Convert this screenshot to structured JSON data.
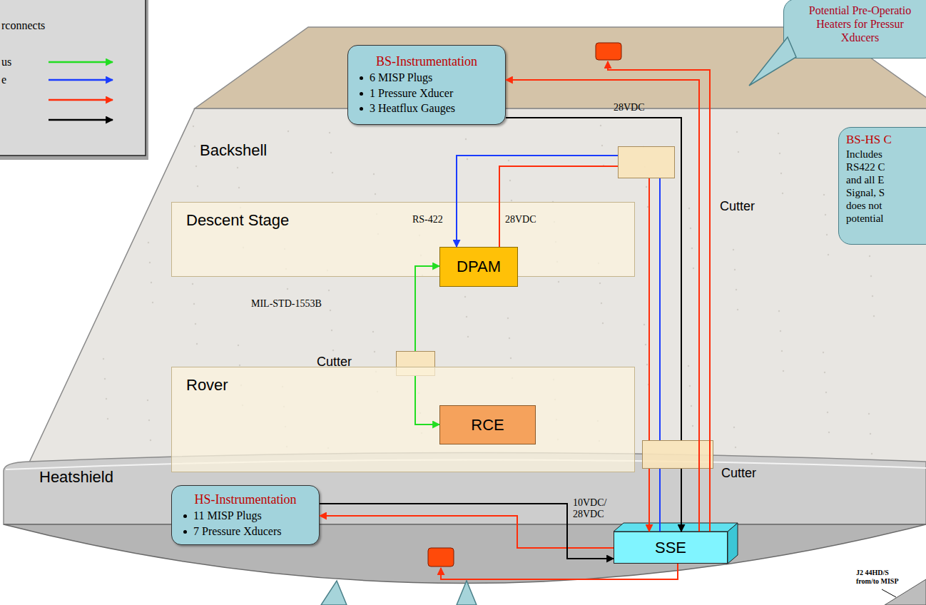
{
  "diagram": {
    "nodes": [
      {
        "text": [
          "Backshell"
        ]
      },
      {
        "text": [
          "BS-Instrumentation",
          "6 MISP Plugs",
          "1 Pressure Xducer",
          "3 Heatflux Gauges"
        ],
        "in": 0
      },
      {
        "text": [
          "Cutter"
        ],
        "in": 0
      },
      {
        "text": [
          "Descent Stage"
        ],
        "in": 0
      },
      {
        "text": [
          "DPAM"
        ],
        "in": 3
      },
      {
        "text": [
          "Cutter"
        ],
        "in": 0
      },
      {
        "text": [
          "Rover"
        ],
        "in": 0
      },
      {
        "text": [
          "RCE"
        ],
        "in": 6
      },
      {
        "text": [
          "Cutter"
        ],
        "in": 0
      },
      {
        "text": [
          "Heatshield"
        ]
      },
      {
        "text": [
          "HS-Instrumentation",
          "11 MISP Plugs",
          "7 Pressure Xducers"
        ],
        "in": 9
      },
      {
        "text": [
          "SSE"
        ],
        "in": 9
      },
      {
        "text": [
          "Potential Pre-Operatio Heaters for Pressur Xducers"
        ]
      },
      {
        "text": [
          "BS-HS C",
          "Includes RS422 C and all E Signal, S does not potential"
        ]
      }
    ],
    "edges": [
      {
        "from": 5,
        "to": 4,
        "arrow": "to",
        "label": "MIL-STD-1553B"
      },
      {
        "from": 5,
        "to": 7,
        "arrow": "to"
      },
      {
        "from": 4,
        "to": 2,
        "arrow": "none",
        "label": "28VDC"
      },
      {
        "from": 2,
        "to": 4,
        "arrow": "to",
        "label": "RS-422"
      },
      {
        "from": 2,
        "to": 8,
        "arrow": "none"
      },
      {
        "from": 2,
        "to": 8,
        "arrow": "none"
      },
      {
        "from": 8,
        "to": 11,
        "arrow": "to"
      },
      {
        "from": 8,
        "to": 11,
        "arrow": "none"
      },
      {
        "from": 1,
        "to": 8,
        "arrow": "none",
        "label": "28VDC"
      },
      {
        "from": 8,
        "to": 11,
        "arrow": "to"
      },
      {
        "from": 11,
        "to": 1,
        "arrow": "to"
      },
      {
        "from": 11,
        "to": 10,
        "arrow": "to",
        "label": "10VDC/ 28VDC"
      },
      {
        "from": 10,
        "to": 11,
        "arrow": "to"
      }
    ],
    "labels": [
      "rconnects",
      "J2 44HD/S from/to MISP"
    ],
    "legend": [
      {
        "text": "us"
      },
      {
        "text": "e"
      }
    ]
  }
}
